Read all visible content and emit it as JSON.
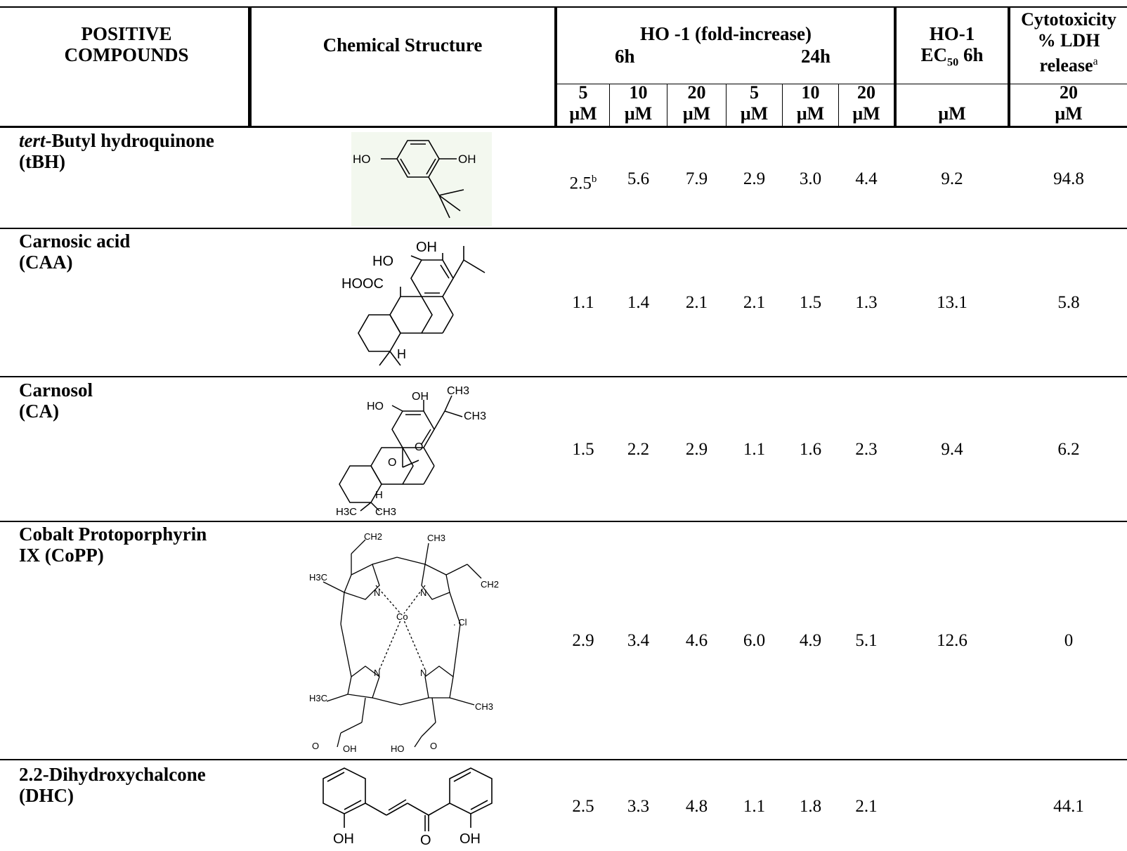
{
  "header": {
    "compounds_line1": "POSITIVE",
    "compounds_line2": "COMPOUNDS",
    "structure": "Chemical Structure",
    "ho1_title": "HO -1 (fold-increase)",
    "time_6h": "6h",
    "time_24h": "24h",
    "ec50_line1": "HO-1",
    "ec50_prefix": "EC",
    "ec50_sub": "50",
    "ec50_suffix": " 6h",
    "cyto_line1": "Cytotoxicity",
    "cyto_line2": "% LDH",
    "cyto_line3": "release",
    "cyto_sup": "a",
    "conc_cols": [
      {
        "value": "5",
        "unit": "μM"
      },
      {
        "value": "10",
        "unit": "μM"
      },
      {
        "value": "20",
        "unit": "μM"
      },
      {
        "value": "5",
        "unit": "μM"
      },
      {
        "value": "10",
        "unit": "μM"
      },
      {
        "value": "20",
        "unit": "μM"
      }
    ],
    "ec50_unit": "μM",
    "cyto_value": "20",
    "cyto_unit": "μM"
  },
  "rows": [
    {
      "name_italic": "tert",
      "name_line1": "-Butyl hydroquinone",
      "name_line2": "(tBH)",
      "first_value": "2.5",
      "first_sup": "b",
      "values": [
        "5.6",
        "7.9",
        "2.9",
        "3.0",
        "4.4"
      ],
      "ec50": "9.2",
      "cyto": "94.8",
      "labels": [
        "HO",
        "OH"
      ]
    },
    {
      "name_line1": "Carnosic acid",
      "name_line2": "(CAA)",
      "first_value": "1.1",
      "values": [
        "1.4",
        "2.1",
        "2.1",
        "1.5",
        "1.3"
      ],
      "ec50": "13.1",
      "cyto": "5.8",
      "labels": [
        "OH",
        "HO",
        "HOOC",
        "H"
      ]
    },
    {
      "name_line1": "Carnosol",
      "name_line2": "(CA)",
      "first_value": "1.5",
      "values": [
        "2.2",
        "2.9",
        "1.1",
        "1.6",
        "2.3"
      ],
      "ec50": "9.4",
      "cyto": "6.2",
      "labels": [
        "OH",
        "CH3",
        "HO",
        "CH3",
        "O",
        "O",
        "H",
        "H3C",
        "CH3"
      ]
    },
    {
      "name_line1": "Cobalt Protoporphyrin",
      "name_line2": "IX (CoPP)",
      "first_value": "2.9",
      "values": [
        "3.4",
        "4.6",
        "6.0",
        "4.9",
        "5.1"
      ],
      "ec50": "12.6",
      "cyto": "0",
      "labels": [
        "CH2",
        "CH3",
        "H3C",
        "N",
        "N",
        "Co",
        "CH2",
        ". Cl",
        "N",
        "N",
        "H3C",
        "CH3",
        "O",
        "OH",
        "HO",
        "O"
      ]
    },
    {
      "name_line1": "2.2-Dihydroxychalcone",
      "name_line2": "(DHC)",
      "first_value": "2.5",
      "values": [
        "3.3",
        "4.8",
        "1.1",
        "1.8",
        "2.1"
      ],
      "ec50": "",
      "cyto": "44.1",
      "labels": [
        "OH",
        "O",
        "OH"
      ]
    }
  ]
}
